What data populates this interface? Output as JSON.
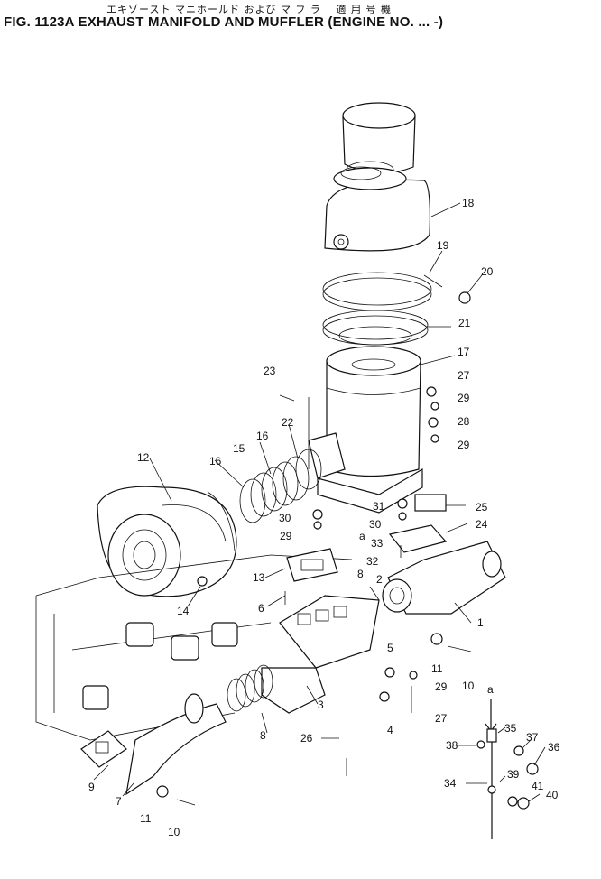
{
  "header": {
    "title_jp": "エキゾースト マニホールド および マ フ ラ　 適 用 号 機",
    "title": "FIG. 1123A  EXHAUST MANIFOLD AND MUFFLER (ENGINE NO.      ...     -)"
  },
  "callouts": [
    {
      "label": "1"
    },
    {
      "label": "2"
    },
    {
      "label": "3"
    },
    {
      "label": "4"
    },
    {
      "label": "5"
    },
    {
      "label": "6"
    },
    {
      "label": "7"
    },
    {
      "label": "8"
    },
    {
      "label": "8"
    },
    {
      "label": "9"
    },
    {
      "label": "10"
    },
    {
      "label": "10"
    },
    {
      "label": "11"
    },
    {
      "label": "11"
    },
    {
      "label": "12"
    },
    {
      "label": "13"
    },
    {
      "label": "14"
    },
    {
      "label": "15"
    },
    {
      "label": "16"
    },
    {
      "label": "16"
    },
    {
      "label": "17"
    },
    {
      "label": "18"
    },
    {
      "label": "19"
    },
    {
      "label": "20"
    },
    {
      "label": "21"
    },
    {
      "label": "22"
    },
    {
      "label": "23"
    },
    {
      "label": "24"
    },
    {
      "label": "25"
    },
    {
      "label": "26"
    },
    {
      "label": "27"
    },
    {
      "label": "27"
    },
    {
      "label": "28"
    },
    {
      "label": "29"
    },
    {
      "label": "29"
    },
    {
      "label": "29"
    },
    {
      "label": "29"
    },
    {
      "label": "30"
    },
    {
      "label": "30"
    },
    {
      "label": "31"
    },
    {
      "label": "32"
    },
    {
      "label": "33"
    },
    {
      "label": "34"
    },
    {
      "label": "35"
    },
    {
      "label": "36"
    },
    {
      "label": "37"
    },
    {
      "label": "38"
    },
    {
      "label": "39"
    },
    {
      "label": "40"
    },
    {
      "label": "41"
    },
    {
      "label": "a"
    },
    {
      "label": "a"
    }
  ]
}
